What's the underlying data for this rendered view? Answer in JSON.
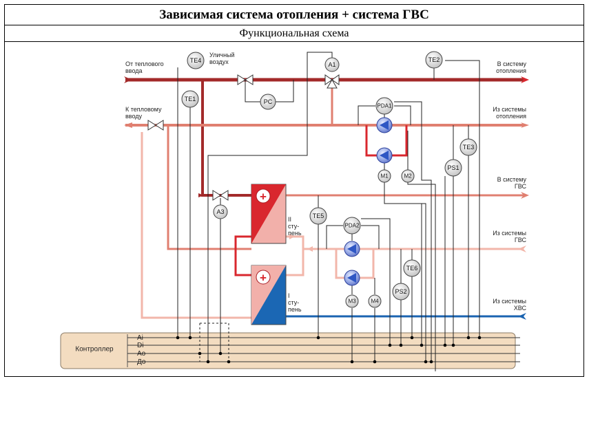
{
  "header": {
    "title": "Зависимая система отопления + система ГВС",
    "subtitle": "Функциональная схема"
  },
  "pipes": {
    "supply_in": [
      "От теплового",
      "ввода"
    ],
    "outdoor_air": [
      "Уличный",
      "воздух"
    ],
    "return_out": [
      "К тепловому",
      "вводу"
    ],
    "to_heating": [
      "В систему",
      "отопления"
    ],
    "from_heating": [
      "Из системы",
      "отопления"
    ],
    "to_dhw": [
      "В систему",
      "ГВС"
    ],
    "from_dhw": [
      "Из системы",
      "ГВС"
    ],
    "from_cold": [
      "Из системы",
      "ХВС"
    ]
  },
  "instruments": {
    "te4": "TE4",
    "te1": "TE1",
    "a1": "A1",
    "pc": "PC",
    "te2": "TE2",
    "pda1": "PDA1",
    "m1": "M1",
    "m2": "M2",
    "te3": "TE3",
    "ps1": "PS1",
    "a3": "A3",
    "te5": "TE5",
    "pda2": "PDA2",
    "m3": "M3",
    "m4": "M4",
    "ps2": "PS2",
    "te6": "TE6"
  },
  "exchangers": {
    "stage2": [
      "II",
      "сту-",
      "пень"
    ],
    "stage1": [
      "I",
      "сту-",
      "пень"
    ]
  },
  "controller": {
    "label": "Контроллер",
    "buses": [
      "Ai",
      "Di",
      "Ao",
      "До"
    ]
  },
  "colors": {
    "supply": "#a32a2a",
    "return": "#e07f70",
    "light_return": "#f2b6aa",
    "cold": "#1a63b0",
    "pump": "#2f57c4",
    "controller_fill": "#f3dcc0",
    "exchanger_red": "#d9272e",
    "exchanger_pink": "#f2b0aa",
    "exchanger_blue": "#1b67b4"
  }
}
